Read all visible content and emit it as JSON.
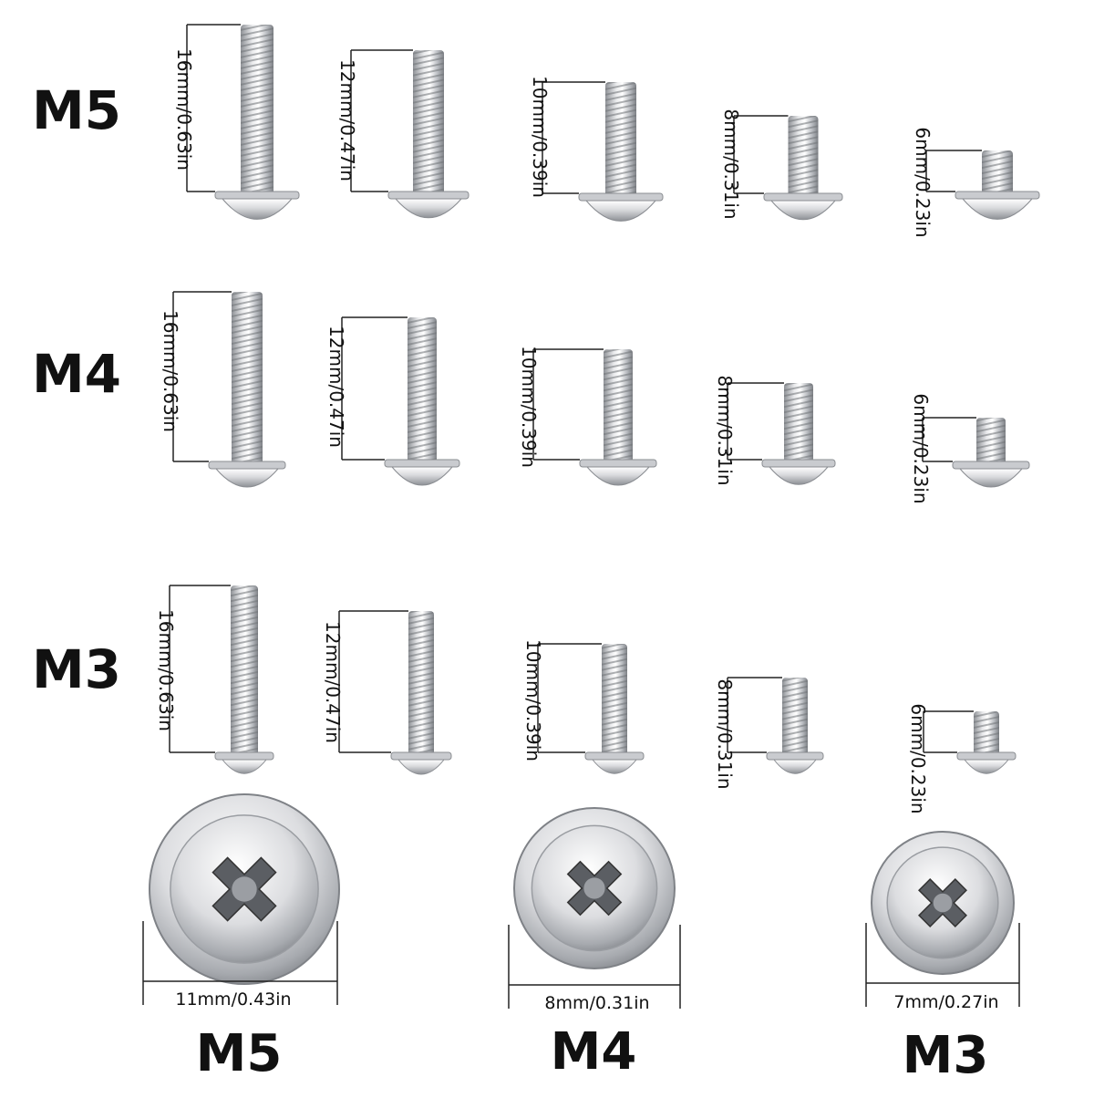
{
  "rows": [
    {
      "label": "M5",
      "items": [
        {
          "length": "16mm/0.63in"
        },
        {
          "length": "12mm/0.47in"
        },
        {
          "length": "10mm/0.39in"
        },
        {
          "length": "8mm/0.31in"
        },
        {
          "length": "6mm/0.23in"
        }
      ]
    },
    {
      "label": "M4",
      "items": [
        {
          "length": "16mm/0.63in"
        },
        {
          "length": "12mm/0.47in"
        },
        {
          "length": "10mm/0.39in"
        },
        {
          "length": "8mm/0.31in"
        },
        {
          "length": "6mm/0.23in"
        }
      ]
    },
    {
      "label": "M3",
      "items": [
        {
          "length": "16mm/0.63in"
        },
        {
          "length": "12mm/0.47in"
        },
        {
          "length": "10mm/0.39in"
        },
        {
          "length": "8mm/0.31in"
        },
        {
          "length": "6mm/0.23in"
        }
      ]
    }
  ],
  "heads": [
    {
      "label": "M5",
      "diameter": "11mm/0.43in"
    },
    {
      "label": "M4",
      "diameter": "8mm/0.31in"
    },
    {
      "label": "M3",
      "diameter": "7mm/0.27in"
    }
  ],
  "colors": {
    "metal_light": "#f2f2f4",
    "metal_mid": "#c4c6ca",
    "metal_dark": "#8c8f94",
    "text": "#111111",
    "dimension_line": "#222222"
  }
}
